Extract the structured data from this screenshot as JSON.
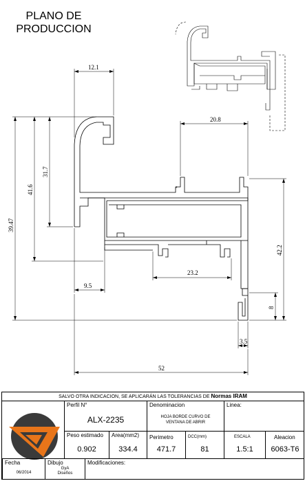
{
  "title": {
    "line1": "PLANO DE",
    "line2": "PRODUCCION"
  },
  "dimensions": {
    "d12_1": "12.1",
    "d20_8": "20.8",
    "d31_7": "31.7",
    "d41_6": "41.6",
    "d39_47": "39.47",
    "d42_2": "42.2",
    "d9_5": "9.5",
    "d23_2": "23.2",
    "d8": "8",
    "d3_5": "3.5",
    "d52": "52"
  },
  "title_block": {
    "note_prefix": "SALVO OTRA INDICACION, SE APLICARÁN LAS TOLERANCIAS DE",
    "note_norm": "Normas IRAM",
    "perfil_label": "Perfil  N°",
    "perfil_value": "ALX-2235",
    "denominacion_label": "Denominacion",
    "denominacion_line1": "HOJA BORDE CURVO DE",
    "denominacion_line2": "VENTANA DE ABRIR",
    "linea_label": "Linea:",
    "peso_label": "Peso estimado",
    "peso_value": "0.902",
    "area_label": "Area(mm2)",
    "area_value": "334.4",
    "perimetro_label": "Perimetro",
    "perimetro_value": "471.7",
    "dcc_label": "DCC(mm)",
    "dcc_value": "81",
    "escala_label": "ESCALA",
    "escala_value": "1.5:1",
    "aleacion_label": "Aleacion",
    "aleacion_value": "6063-T6",
    "fecha_label": "Fecha",
    "fecha_value": "06/2014",
    "dibujo_label": "Dibujo",
    "dibujo_line1": "GyA",
    "dibujo_line2": "Diseños",
    "modificaciones_label": "Modificaciones:"
  },
  "colors": {
    "logo_orange": "#e8751a",
    "logo_dark": "#3a3a3a"
  }
}
